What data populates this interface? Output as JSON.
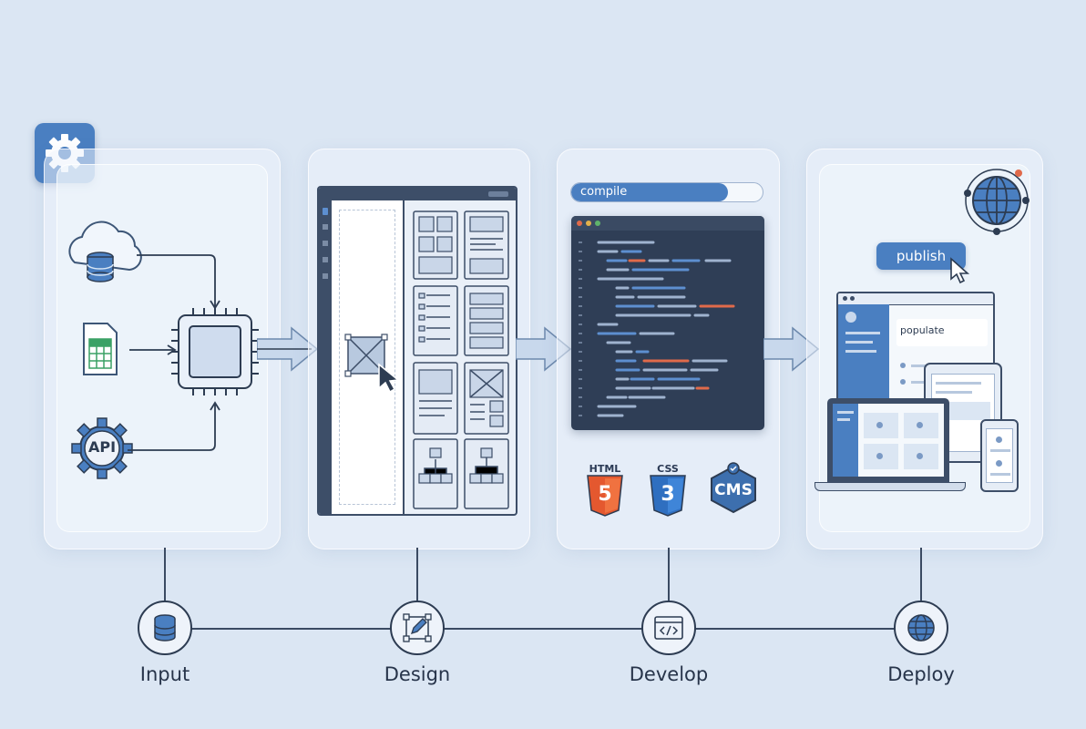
{
  "compile_bar": {
    "label": "compile",
    "progress": 0.82
  },
  "publish_button": {
    "label": "publish"
  },
  "populate_label": "populate",
  "input_icons": {
    "api_label": "API"
  },
  "tech_badges": {
    "html": "HTML",
    "html_num": "5",
    "css": "CSS",
    "css_num": "3",
    "cms": "CMS"
  },
  "stages": [
    {
      "label": "Input"
    },
    {
      "label": "Design"
    },
    {
      "label": "Develop"
    },
    {
      "label": "Deploy"
    }
  ],
  "colors": {
    "accent": "#4a7fc1",
    "dark": "#2d3c52",
    "code_bg": "#2f3e56",
    "highlight": "#e06a4a",
    "html_badge": "#e4582f",
    "css_badge": "#2f6fc0"
  }
}
